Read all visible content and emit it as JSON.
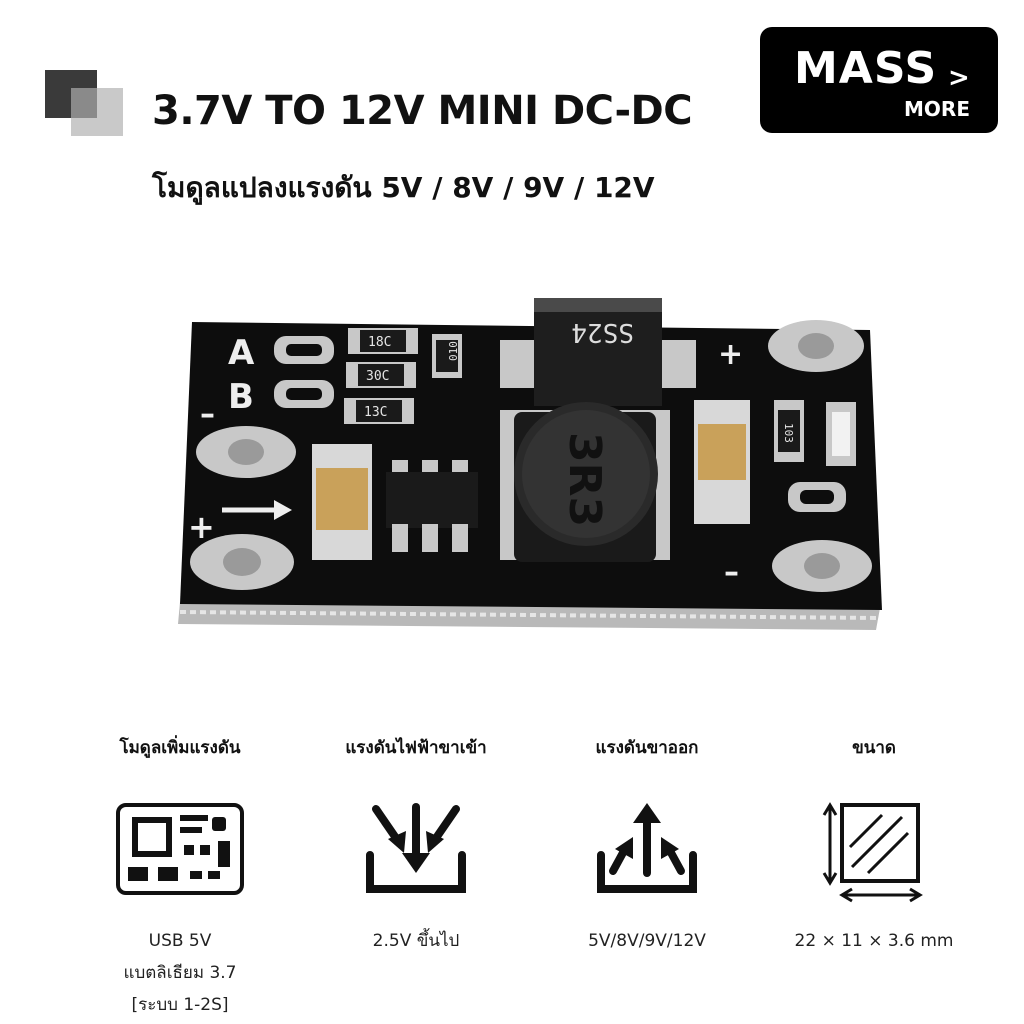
{
  "header": {
    "title": "3.7V TO 12V MINI DC-DC",
    "subtitle": "โมดูลแปลงแรงดัน 5V / 8V / 9V / 12V"
  },
  "brand": {
    "main": "MASS",
    "arrow": ">",
    "sub": "MORE"
  },
  "board": {
    "labels": {
      "a": "A",
      "b": "B",
      "minus_left": "–",
      "plus_left": "+",
      "plus_right": "+",
      "minus_right": "–"
    },
    "markings": {
      "diode": "SS24",
      "inductor": "3R3",
      "r1": "18C",
      "r2": "30C",
      "r3": "13C",
      "r_small": "010",
      "r_right": "103"
    }
  },
  "features": [
    {
      "label": "โมดูลเพิ่มแรงดัน",
      "icon": "circuit-board-icon",
      "desc": [
        "USB 5V",
        "แบตลิเธียม 3.7",
        "[ระบบ 1-2S]"
      ]
    },
    {
      "label": "แรงดันไฟฟ้าขาเข้า",
      "icon": "input-arrows-icon",
      "desc": [
        "2.5V ขึ้นไป"
      ]
    },
    {
      "label": "แรงดันขาออก",
      "icon": "output-arrows-icon",
      "desc": [
        "5V/8V/9V/12V"
      ]
    },
    {
      "label": "ขนาด",
      "icon": "dimension-square-icon",
      "desc": [
        "22 × 11 × 3.6 mm"
      ]
    }
  ],
  "colors": {
    "board": "#0d0d0d",
    "pad": "#c8c8c8",
    "capacitor": "#c9a15a",
    "brand_bg": "#000000"
  }
}
